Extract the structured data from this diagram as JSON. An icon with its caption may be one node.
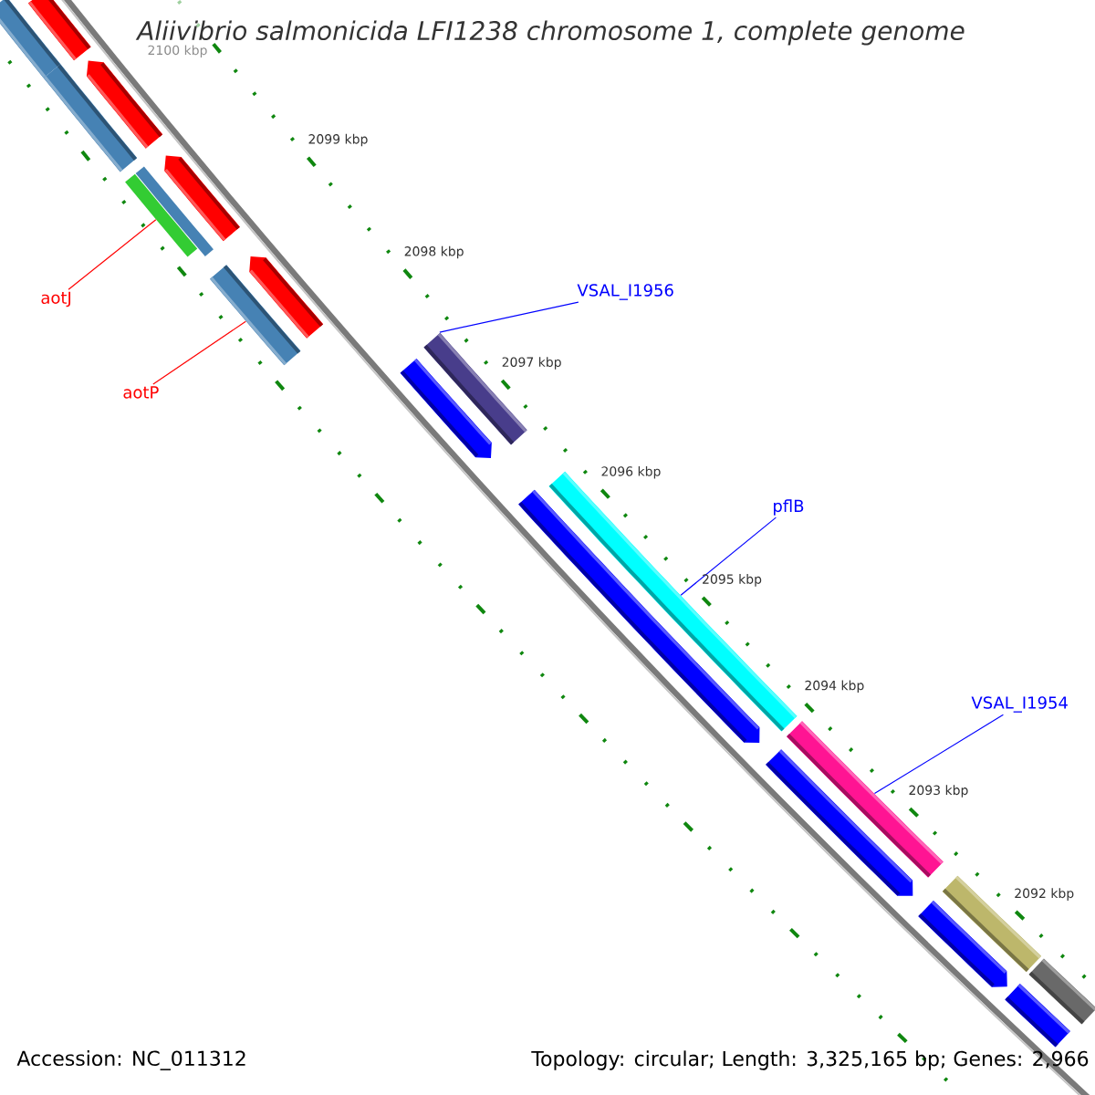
{
  "diagram": {
    "title": "Aliivibrio salmonicida LFI1238 chromosome 1, complete genome",
    "nodes": [
      {
        "text": [
          "aotJ"
        ]
      },
      {
        "text": [
          "aotP"
        ]
      },
      {
        "text": [
          "VSAL_I1956"
        ]
      },
      {
        "text": [
          "pflB"
        ]
      },
      {
        "text": [
          "VSAL_I1954"
        ]
      },
      {
        "text": [],
        "shape": "bar"
      },
      {
        "text": [],
        "shape": "bar"
      },
      {
        "text": [],
        "shape": "bar"
      },
      {
        "text": [],
        "shape": "bar"
      },
      {
        "text": [],
        "shape": "bar"
      },
      {
        "text": [],
        "shape": "bar"
      },
      {
        "text": [],
        "shape": "bar"
      },
      {
        "text": [],
        "shape": "bar"
      },
      {
        "text": [],
        "shape": "bar"
      },
      {
        "text": [],
        "shape": "bar"
      },
      {
        "text": [],
        "shape": "bar"
      },
      {
        "text": [],
        "shape": "bar"
      },
      {
        "text": [],
        "shape": "bar"
      },
      {
        "text": [],
        "shape": "bar"
      },
      {
        "text": [],
        "shape": "bar"
      },
      {
        "text": [],
        "shape": "bar"
      },
      {
        "text": [],
        "shape": "bar"
      },
      {
        "text": [],
        "shape": "bar"
      },
      {
        "text": [],
        "shape": "bar"
      }
    ],
    "edges": [
      {
        "from": 0,
        "to": 10,
        "arrow": "none",
        "color": "#ff0000"
      },
      {
        "from": 1,
        "to": 12,
        "arrow": "none",
        "color": "#ff0000"
      },
      {
        "from": 2,
        "to": 14,
        "arrow": "none"
      },
      {
        "from": 3,
        "to": 17,
        "arrow": "none"
      },
      {
        "from": 4,
        "to": 18,
        "arrow": "none"
      }
    ],
    "labels": [
      "2100 kbp",
      "2099 kbp",
      "2098 kbp",
      "2097 kbp",
      "2096 kbp",
      "2095 kbp",
      "2094 kbp",
      "2093 kbp",
      "2092 kbp",
      "Accession: NC_011312",
      "Topology: circular; Length: 3,325,165 bp; Genes: 2,966"
    ]
  }
}
